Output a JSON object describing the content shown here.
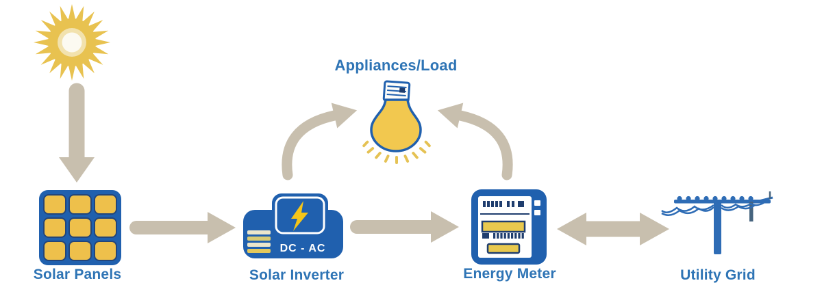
{
  "scene": {
    "background_color": "#FFFFFF",
    "flow_labels": {
      "appliances_load": "Appliances/Load",
      "solar_panels": "Solar Panels",
      "solar_inverter": "Solar Inverter",
      "energy_meter": "Energy Meter",
      "utility_grid": "Utility Grid"
    },
    "inverter": {
      "converter_text": "DC - AC"
    },
    "colors": {
      "arrow_tan": "#C8BFAE",
      "label_blue": "#2E74B5",
      "icon_blue": "#2060AE",
      "panel_cell_yellow": "#EEC04B",
      "bolt_yellow": "#F5C518",
      "bulb_yellow": "#F2C84F",
      "pole_blue": "#2E6CB5"
    },
    "icons": {
      "sun": "sun-icon",
      "solar_panels": "solar-panels-icon",
      "solar_inverter": "solar-inverter-icon",
      "energy_meter": "energy-meter-icon",
      "utility_grid": "utility-grid-icon",
      "light_bulb": "light-bulb-icon",
      "arrows": "flow-arrow-icon"
    }
  }
}
